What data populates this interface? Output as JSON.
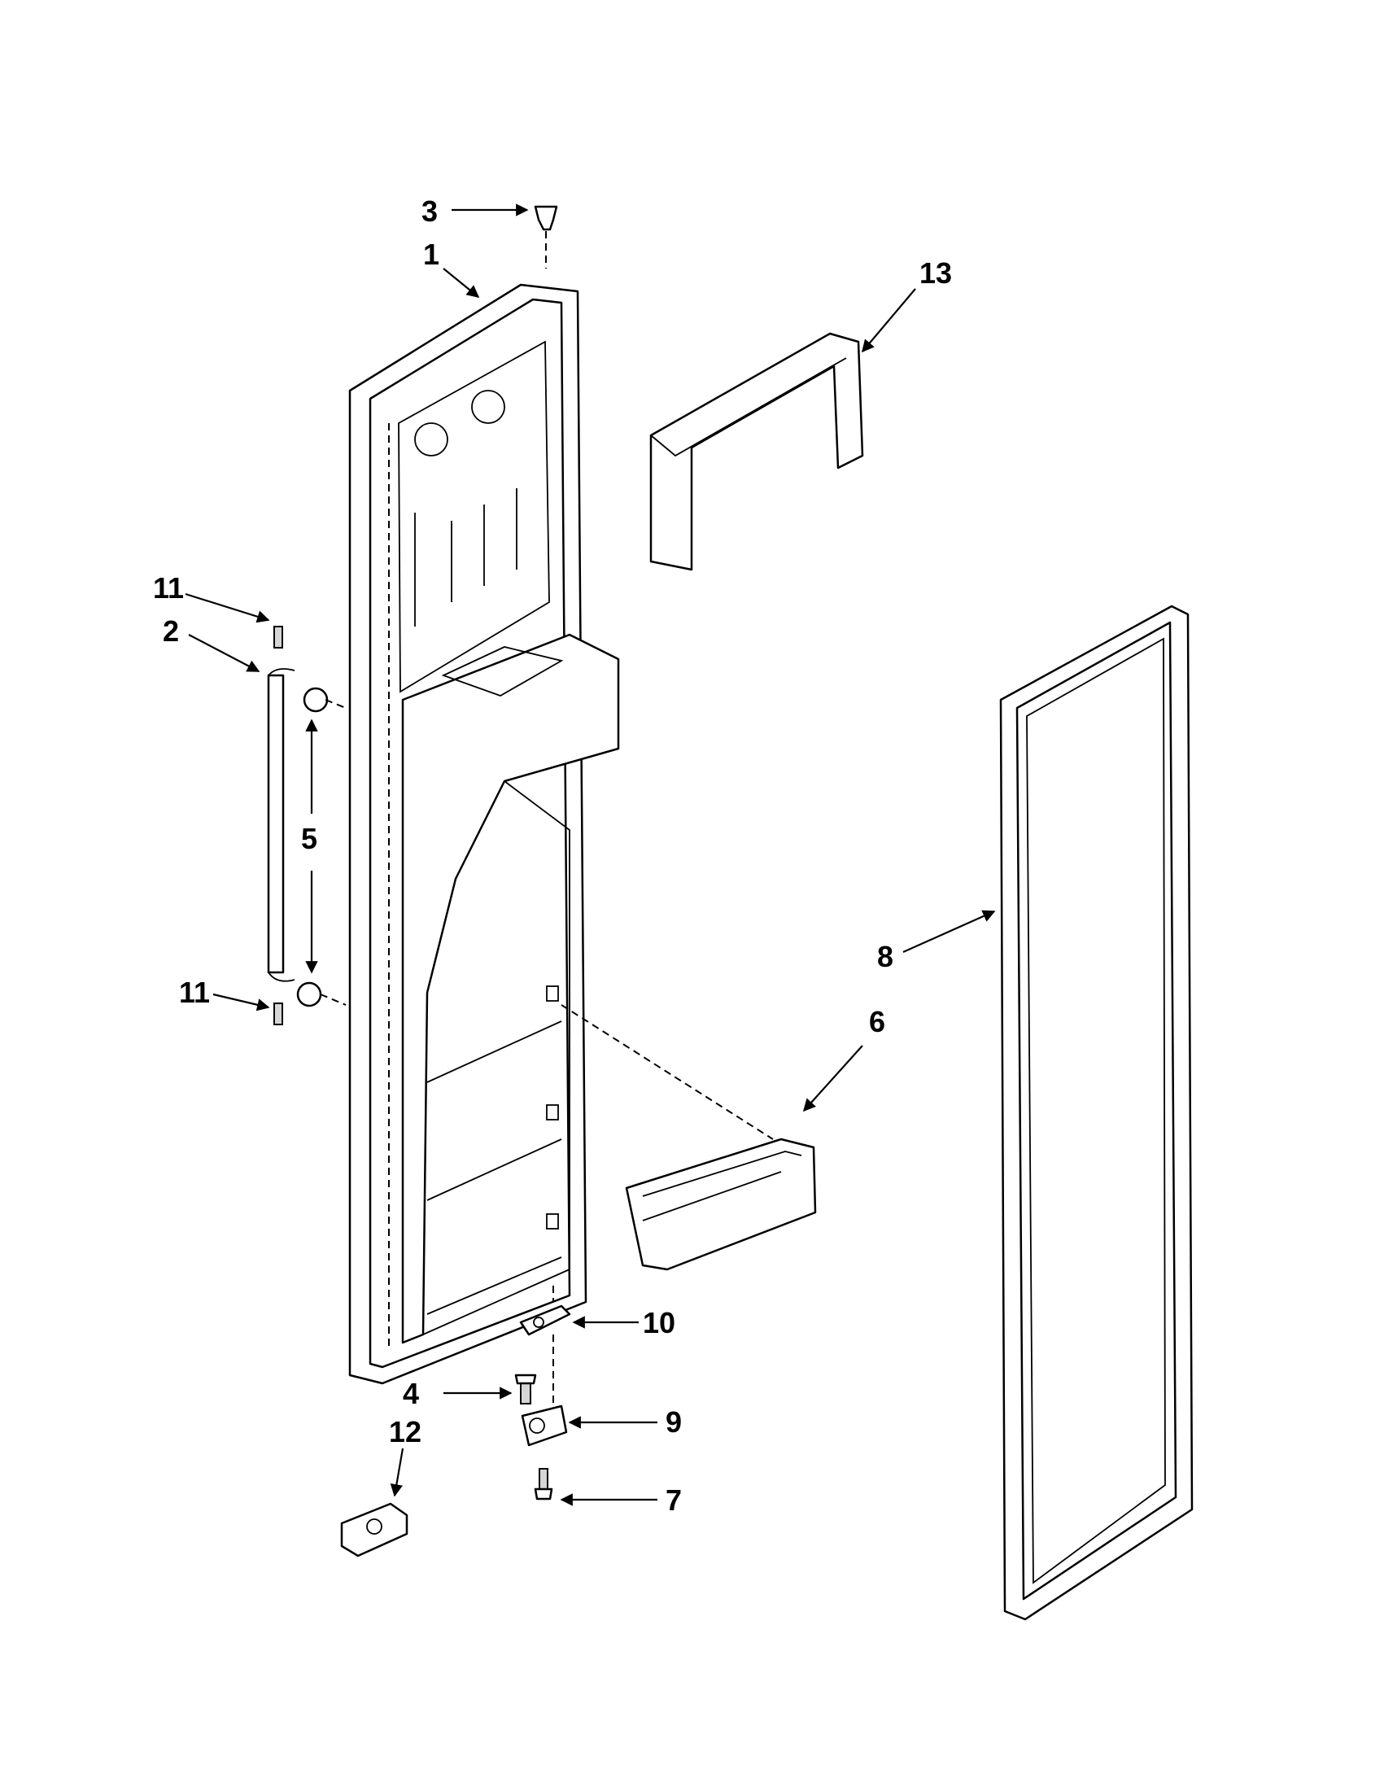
{
  "callouts": {
    "c1": "1",
    "c2": "2",
    "c3": "3",
    "c4": "4",
    "c5": "5",
    "c6": "6",
    "c7": "7",
    "c8": "8",
    "c9": "9",
    "c10": "10",
    "c11_top": "11",
    "c11_bottom": "11",
    "c12": "12",
    "c13": "13"
  },
  "colors": {
    "line": "#000000",
    "background": "#ffffff",
    "shade": "#d6d6d6"
  }
}
